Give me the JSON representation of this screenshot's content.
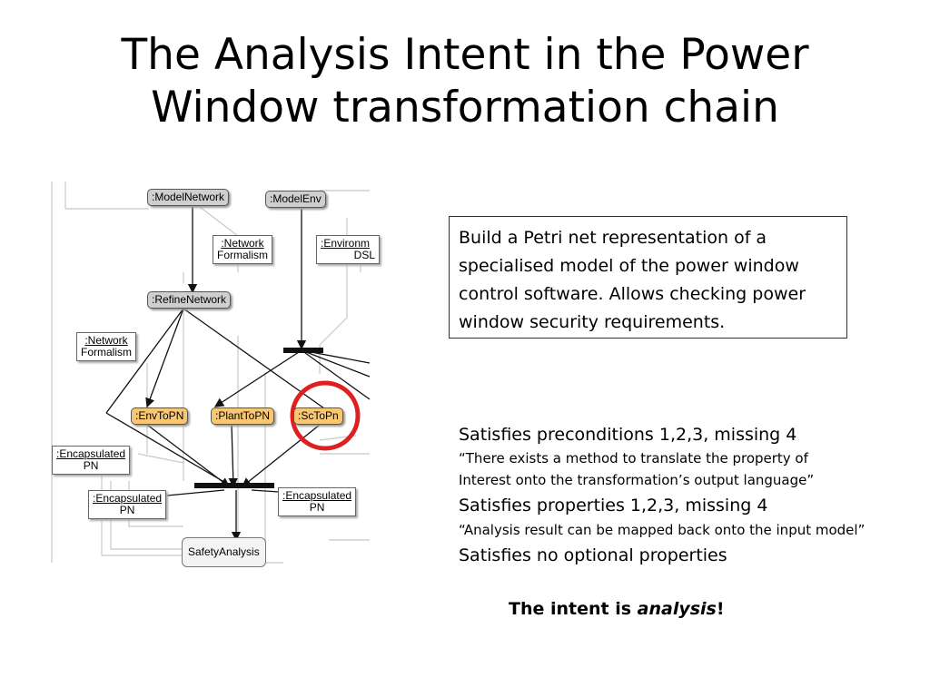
{
  "title": {
    "line1": "The Analysis Intent in the Power",
    "line2": "Window transformation chain"
  },
  "diagram": {
    "model_network": ":ModelNetwork",
    "model_env": ":ModelEnv",
    "network_formalism_top_1": ":Network",
    "network_formalism_top_2": "Formalism",
    "environ_dsl_1": ":Environm",
    "environ_dsl_2": "DSL",
    "refine_network": ":RefineNetwork",
    "network_formalism_left_1": ":Network",
    "network_formalism_left_2": "Formalism",
    "env_to_pn": ":EnvToPN",
    "plant_to_pn": ":PlantToPN",
    "sc_to_pn": ":ScToPn",
    "encap_left_1": ":Encapsulated",
    "encap_left_2": "PN",
    "encap_mid_1": ":Encapsulated",
    "encap_mid_2": "PN",
    "encap_right_1": ":Encapsulated",
    "encap_right_2": "PN",
    "safety_analysis": "SafetyAnalysis",
    "highlight_color": "#e02020"
  },
  "description": "Build a Petri net representation of a specialised model of the power window control software. Allows checking power window security requirements.",
  "satisfies": {
    "preconditions": "Satisfies preconditions 1,2,3, missing 4",
    "precondition_quote_1": "“There exists a method to translate the property of",
    "precondition_quote_2": "Interest onto the transformation’s output language”",
    "properties": "Satisfies properties 1,2,3, missing 4",
    "property_quote": "“Analysis result can be mapped back onto the input model”",
    "optional": "Satisfies no optional properties"
  },
  "conclusion": {
    "prefix": "The intent is ",
    "emphasis": "analysis",
    "suffix": "!"
  }
}
